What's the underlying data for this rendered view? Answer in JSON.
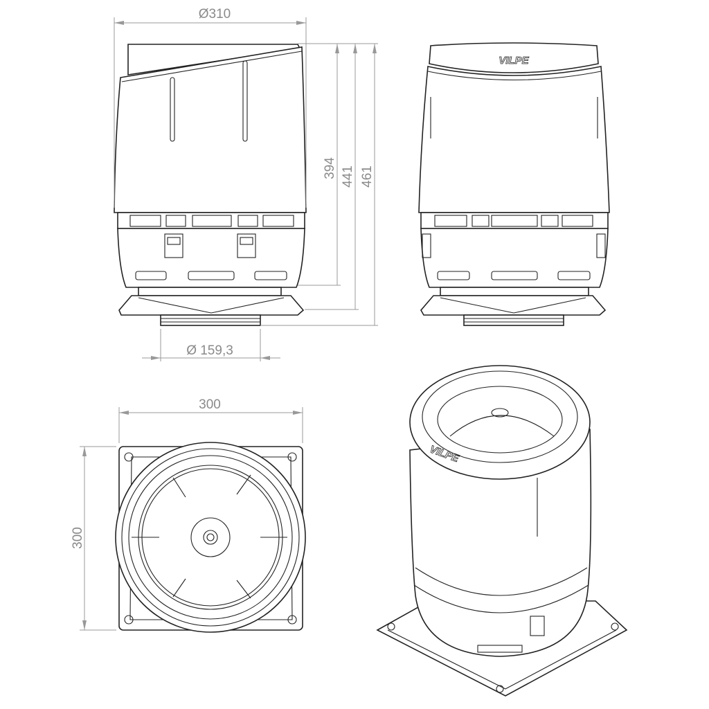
{
  "brand": "VILPE",
  "dimensions": {
    "outer_diameter": "Ø310",
    "height_body": "394",
    "height_flange": "441",
    "height_total": "461",
    "pipe_diameter": "Ø 159,3",
    "base_width": "300",
    "base_depth": "300"
  }
}
